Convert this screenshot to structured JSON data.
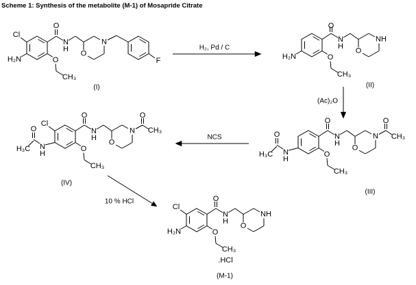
{
  "title": "Scheme 1: Synthesis of the metabolite (M-1) of Mosapride Citrate",
  "arrows": {
    "step1": {
      "reagent": "H₂, Pd / C"
    },
    "step2": {
      "reagent": "(Ac)₂O"
    },
    "step3": {
      "reagent": "NCS"
    },
    "step4": {
      "reagent": "10 % HCl"
    }
  },
  "labels": {
    "cl": "Cl",
    "h2n": "H₂N",
    "h3c": "H₃C",
    "o": "O",
    "n": "N",
    "h": "H",
    "nh": "NH",
    "ch3": "CH₃",
    "f": "F",
    "hcl_salt": ".HCl"
  },
  "structures": {
    "s1": {
      "caption": "(I)"
    },
    "s2": {
      "caption": "(II)"
    },
    "s3": {
      "caption": "(III)"
    },
    "s4": {
      "caption": "(IV)"
    },
    "s5": {
      "caption": "(M-1)"
    }
  }
}
